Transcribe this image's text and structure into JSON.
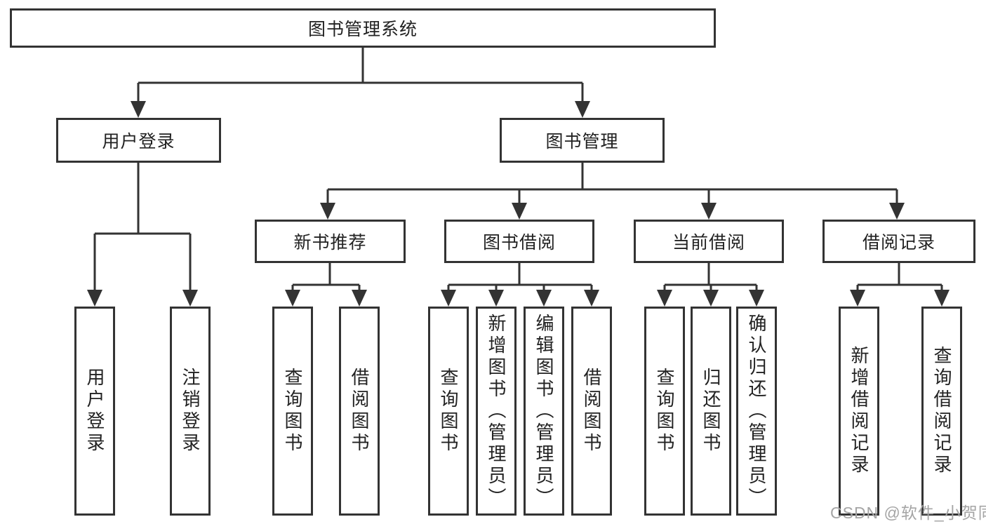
{
  "diagram": {
    "root": {
      "label": "图书管理系统"
    },
    "user_login_branch": {
      "label": "用户登录",
      "leaves": [
        {
          "label": "用户登录"
        },
        {
          "label": "注销登录"
        }
      ]
    },
    "book_mgmt_branch": {
      "label": "图书管理",
      "children": [
        {
          "label": "新书推荐",
          "leaves": [
            {
              "label": "查询图书"
            },
            {
              "label": "借阅图书"
            }
          ]
        },
        {
          "label": "图书借阅",
          "leaves": [
            {
              "label": "查询图书"
            },
            {
              "label": "新增图书（管理员）"
            },
            {
              "label": "编辑图书（管理员）"
            },
            {
              "label": "借阅图书"
            }
          ]
        },
        {
          "label": "当前借阅",
          "leaves": [
            {
              "label": "查询图书"
            },
            {
              "label": "归还图书"
            },
            {
              "label": "确认归还（管理员）"
            }
          ]
        },
        {
          "label": "借阅记录",
          "leaves": [
            {
              "label": "新增借阅记录"
            },
            {
              "label": "查询借阅记录"
            }
          ]
        }
      ]
    }
  },
  "watermark": {
    "text": "CSDN @软件_小贺同学"
  },
  "colors": {
    "line": "#333333",
    "box_border": "#333333",
    "text": "#222222",
    "watermark": "#a5a5a5",
    "background": "#ffffff"
  }
}
